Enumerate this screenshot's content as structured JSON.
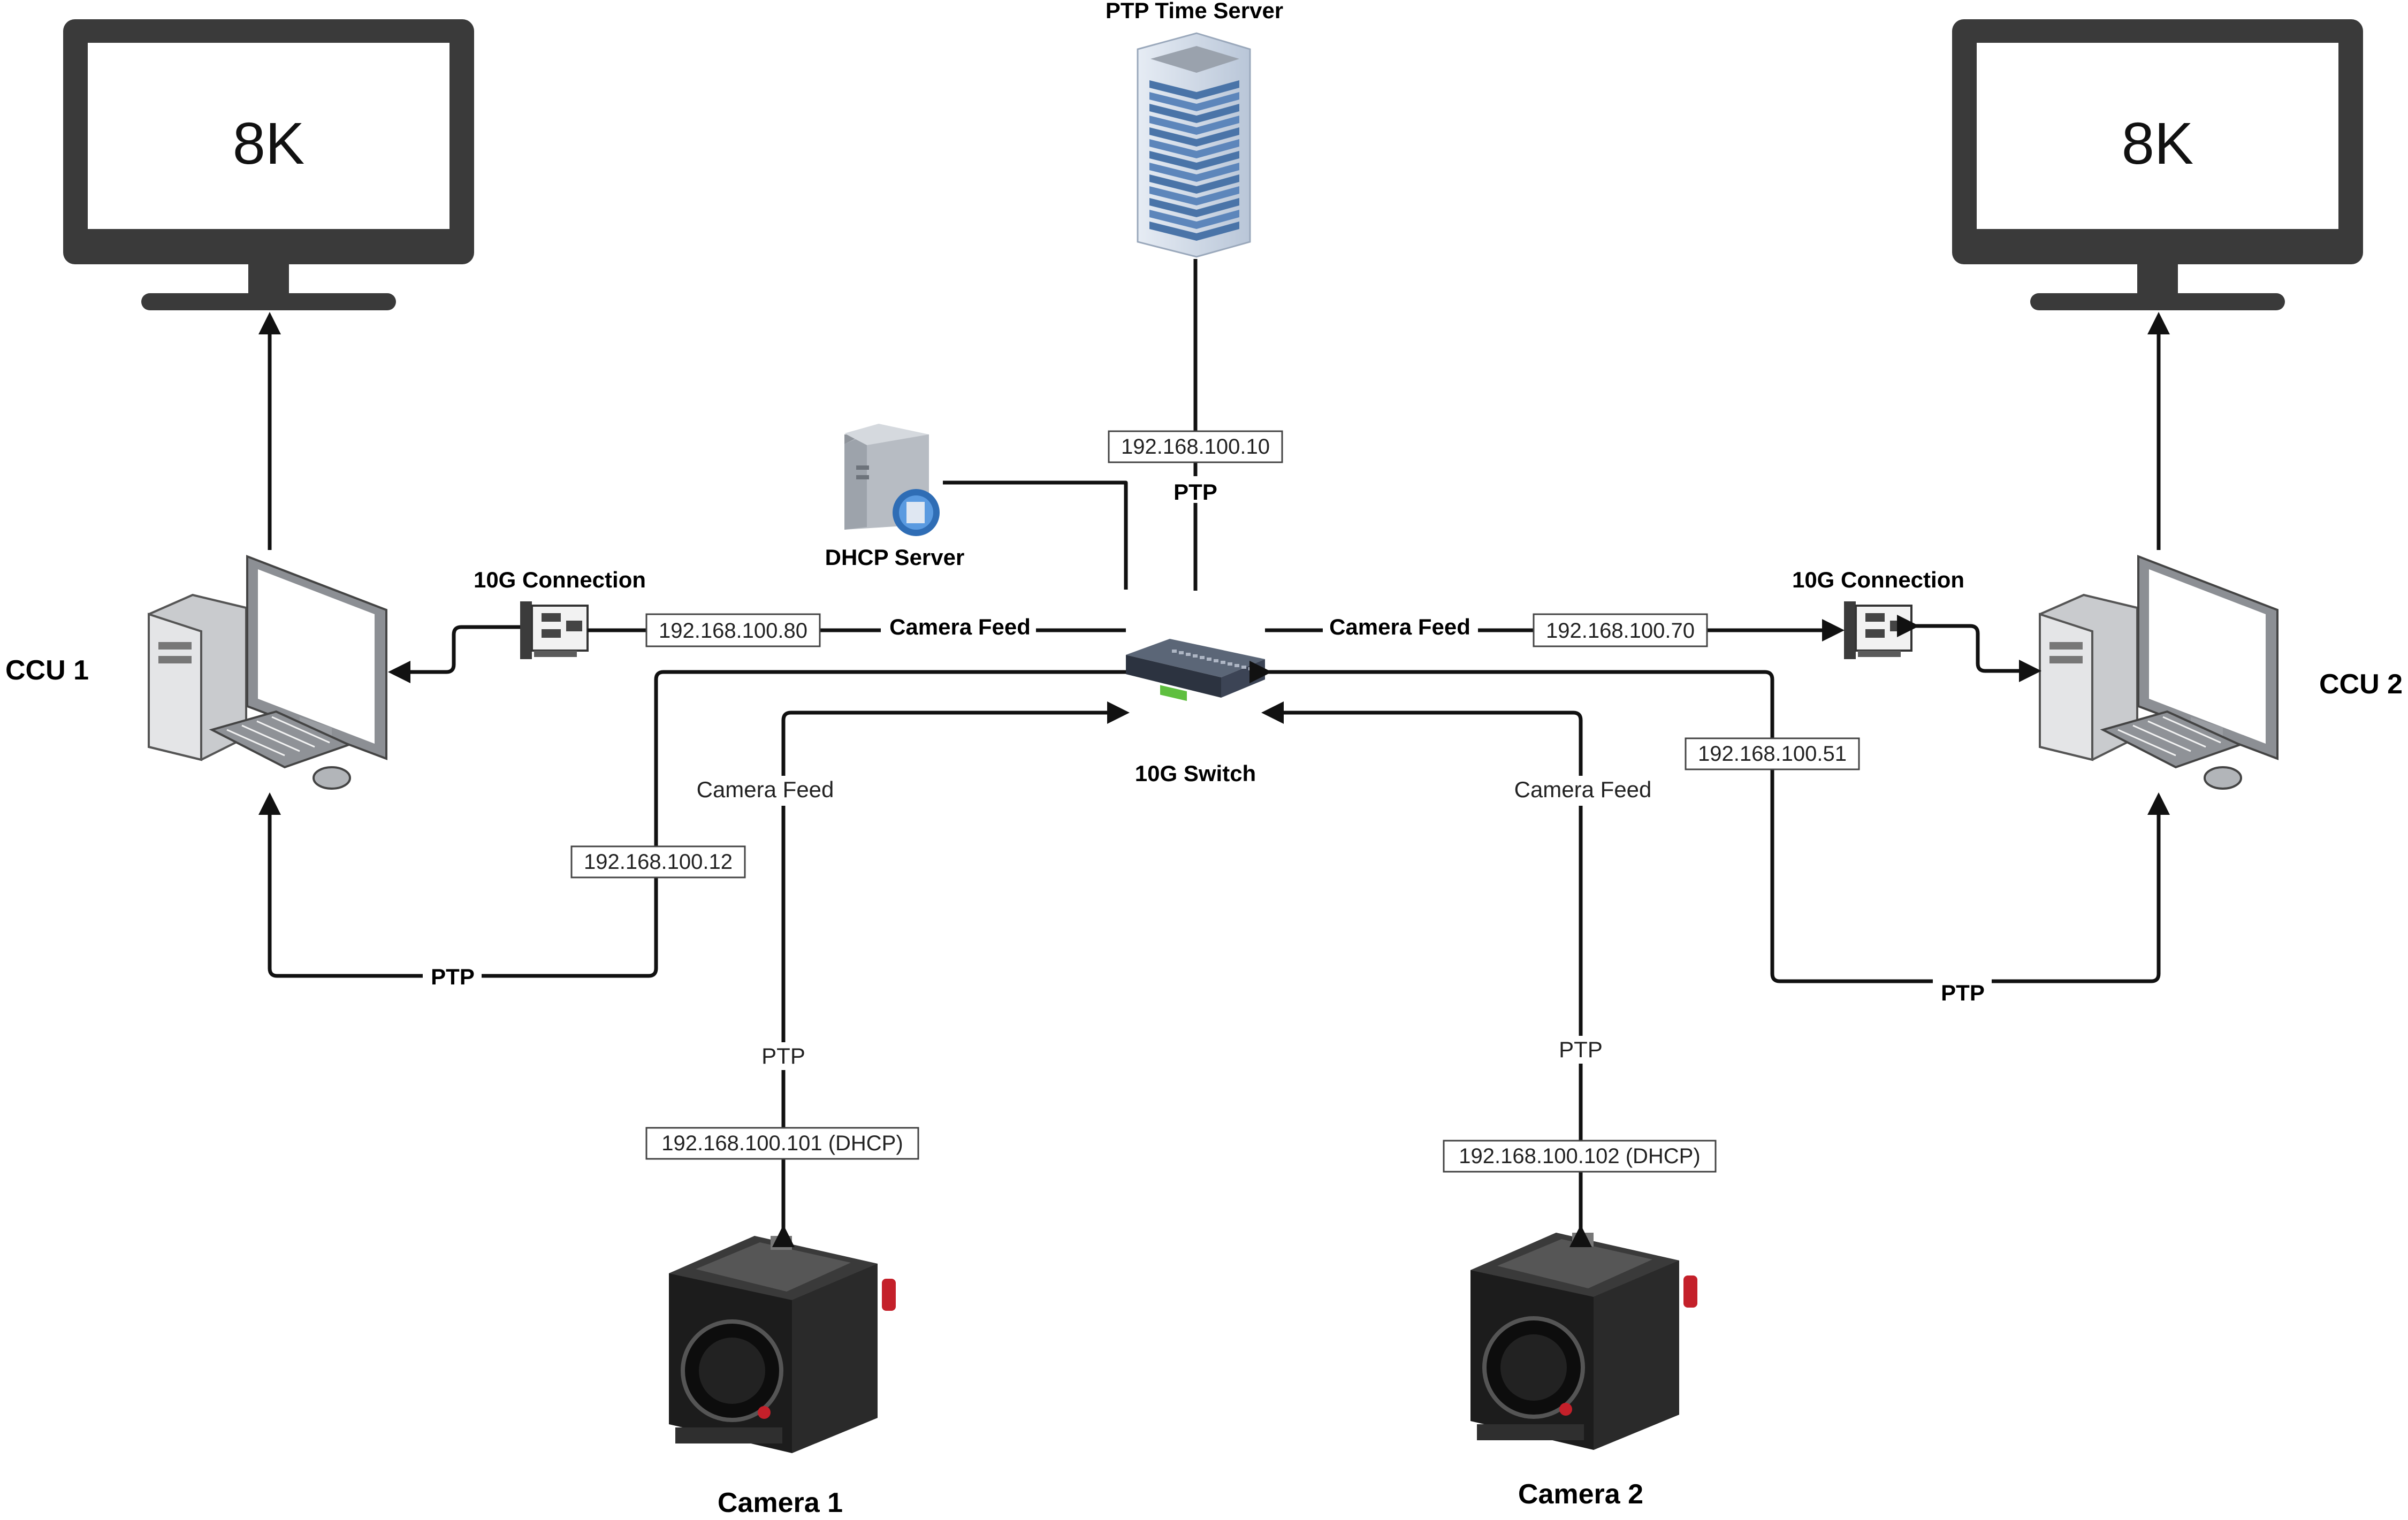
{
  "monitors": {
    "left_label": "8K",
    "right_label": "8K"
  },
  "servers": {
    "ptp_title": "PTP Time Server",
    "dhcp_title": "DHCP Server"
  },
  "switch": {
    "title": "10G Switch"
  },
  "ccu": {
    "left": "CCU 1",
    "right": "CCU 2",
    "left_nic": "10G Connection",
    "right_nic": "10G Connection"
  },
  "cameras": {
    "left": "Camera 1",
    "right": "Camera 2"
  },
  "links": {
    "ptp_server_ip": "192.168.100.10",
    "ptp_server_label": "PTP",
    "ccu1_feed_ip": "192.168.100.80",
    "ccu1_feed_label": "Camera Feed",
    "ccu2_feed_label": "Camera Feed",
    "ccu2_feed_ip": "192.168.100.70",
    "ccu1_ptp_ip": "192.168.100.12",
    "ccu1_ptp_label": "PTP",
    "ccu2_ptp_ip": "192.168.100.51",
    "ccu2_ptp_label": "PTP",
    "cam1_feed_label": "Camera Feed",
    "cam1_ptp_label": "PTP",
    "cam1_ip": "192.168.100.101 (DHCP)",
    "cam2_feed_label": "Camera Feed",
    "cam2_ptp_label": "PTP",
    "cam2_ip": "192.168.100.102 (DHCP)"
  },
  "colors": {
    "monitor": "#3a3a3a",
    "server_blue": "#4a74a8",
    "switch": "#2c3340",
    "camera": "#1c1c1c",
    "accent_red": "#c4202a"
  }
}
